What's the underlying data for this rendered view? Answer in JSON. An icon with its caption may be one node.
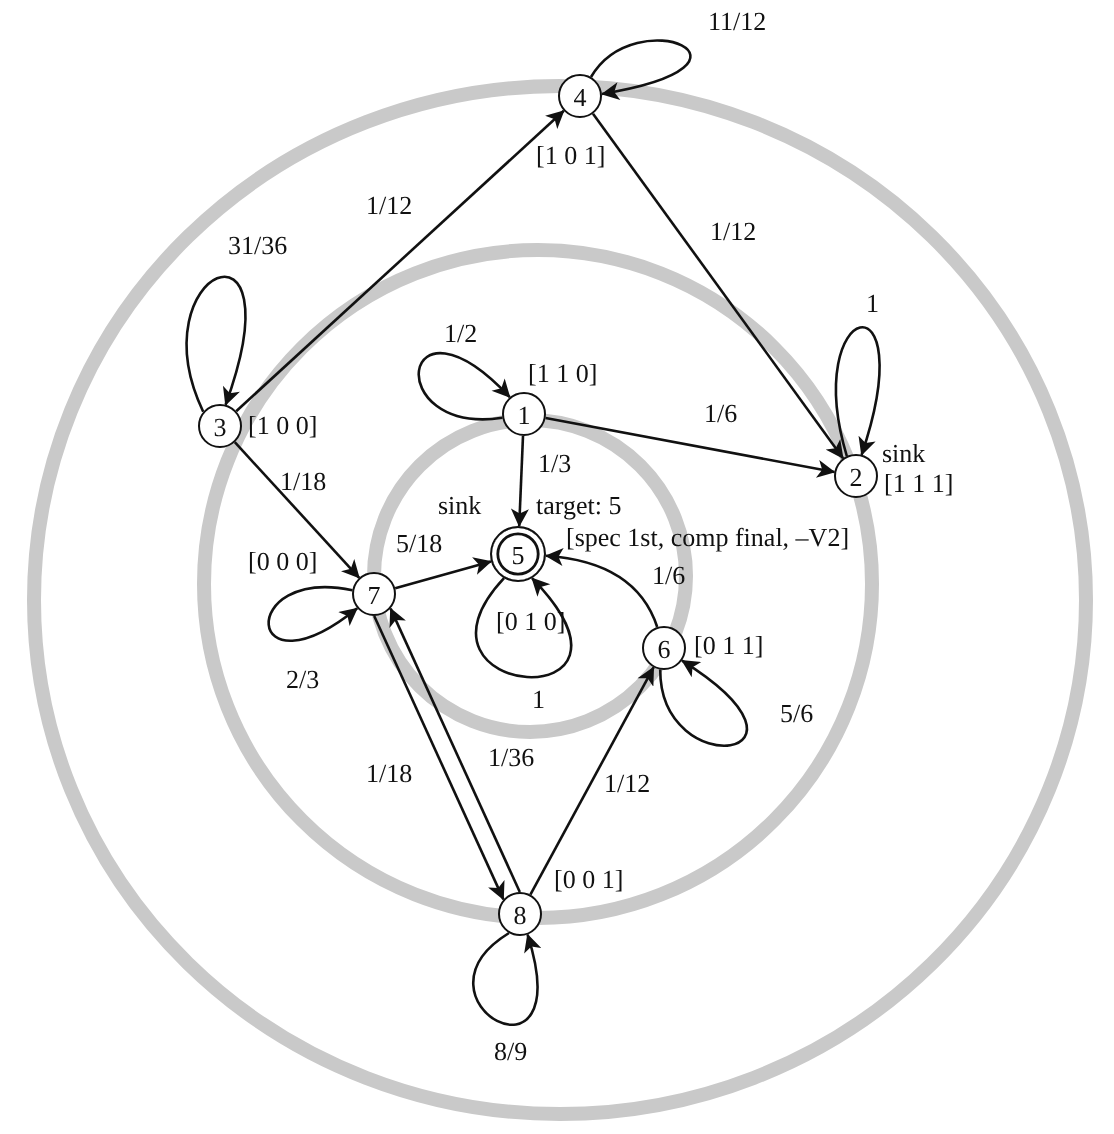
{
  "diagram": {
    "nodes": [
      {
        "text": [
          "4"
        ],
        "beside": [
          "[1 0 1]"
        ]
      },
      {
        "text": [
          "3"
        ],
        "beside": [
          "[1 0 0]"
        ]
      },
      {
        "text": [
          "1"
        ],
        "beside": [
          "[1 1 0]"
        ]
      },
      {
        "text": [
          "2"
        ],
        "beside": [
          "sink",
          "[1 1 1]"
        ]
      },
      {
        "text": [
          "5"
        ],
        "beside": [
          "sink",
          "target: 5",
          "[spec 1st, comp final, –V2]",
          "[0 1 0]"
        ]
      },
      {
        "text": [
          "7"
        ],
        "beside": [
          "[0 0 0]"
        ]
      },
      {
        "text": [
          "6"
        ],
        "beside": [
          "[0 1 1]"
        ]
      },
      {
        "text": [
          "8"
        ],
        "beside": [
          "[0 0 1]"
        ]
      }
    ],
    "edges": [
      {
        "from": 0,
        "to": 0,
        "arrow": "to",
        "label": "11/12"
      },
      {
        "from": 1,
        "to": 0,
        "arrow": "to",
        "label": "1/12"
      },
      {
        "from": 0,
        "to": 3,
        "arrow": "to",
        "label": "1/12"
      },
      {
        "from": 1,
        "to": 1,
        "arrow": "to",
        "label": "31/36"
      },
      {
        "from": 2,
        "to": 2,
        "arrow": "to",
        "label": "1/2"
      },
      {
        "from": 2,
        "to": 3,
        "arrow": "to",
        "label": "1/6"
      },
      {
        "from": 3,
        "to": 3,
        "arrow": "to",
        "label": "1"
      },
      {
        "from": 2,
        "to": 4,
        "arrow": "to",
        "label": "1/3"
      },
      {
        "from": 1,
        "to": 5,
        "arrow": "to",
        "label": "1/18"
      },
      {
        "from": 5,
        "to": 4,
        "arrow": "to",
        "label": "5/18"
      },
      {
        "from": 5,
        "to": 5,
        "arrow": "to",
        "label": "2/3"
      },
      {
        "from": 6,
        "to": 4,
        "arrow": "to",
        "label": "1/6"
      },
      {
        "from": 4,
        "to": 4,
        "arrow": "to",
        "label": "1"
      },
      {
        "from": 6,
        "to": 6,
        "arrow": "to",
        "label": "5/6"
      },
      {
        "from": 5,
        "to": 7,
        "arrow": "to",
        "label": "1/18"
      },
      {
        "from": 7,
        "to": 5,
        "arrow": "to",
        "label": "1/36"
      },
      {
        "from": 7,
        "to": 6,
        "arrow": "to",
        "label": "1/12"
      },
      {
        "from": 7,
        "to": 7,
        "arrow": "to",
        "label": "8/9"
      }
    ]
  }
}
